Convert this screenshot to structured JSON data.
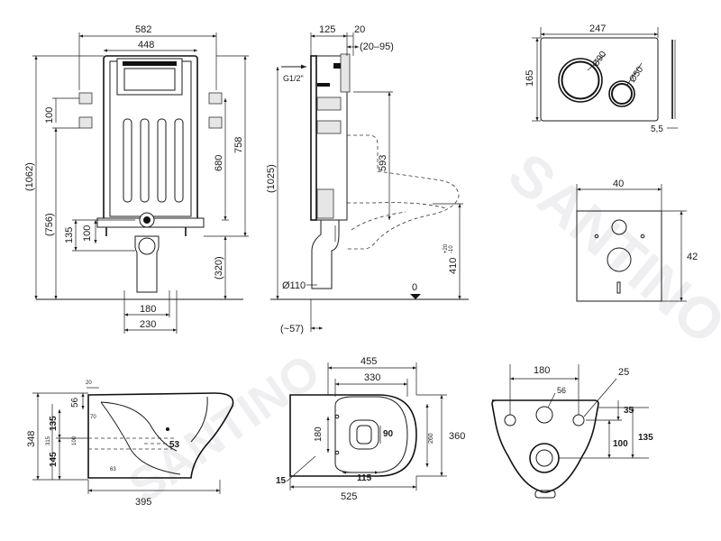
{
  "frame_front": {
    "w582": "582",
    "w448": "448",
    "h1062": "(1062)",
    "h756": "(756)",
    "d100": "100",
    "d135": "135",
    "d100b": "100",
    "h680": "680",
    "h758": "758",
    "h320": "(320)",
    "w180": "180",
    "w230": "230"
  },
  "frame_side": {
    "w125": "125",
    "w20": "20",
    "r2095": "(20–95)",
    "pipe": "G1/2\"",
    "h1025": "(1025)",
    "h593": "593",
    "h410": "410",
    "tol_plus": "+20",
    "tol_minus": "-10",
    "dia110": "Ø110",
    "zero": "0",
    "d57": "(~57)"
  },
  "plate": {
    "w247": "247",
    "h165": "165",
    "d90": "Ø90",
    "d50": "Ø50",
    "t55": "5,5"
  },
  "gasket": {
    "w40": "40",
    "h42": "42"
  },
  "bowl_side": {
    "h348": "348",
    "d56": "56",
    "d135": "135",
    "d145": "145",
    "d315": "315",
    "d20": "20",
    "d70": "70",
    "d100": "100",
    "d53": "53",
    "d63": "63",
    "w395": "395"
  },
  "bowl_top": {
    "w455": "455",
    "w330": "330",
    "d180": "180",
    "d90": "90",
    "d260": "260",
    "d360": "360",
    "d15": "15",
    "d115": "115",
    "w525": "525"
  },
  "bowl_back": {
    "w180": "180",
    "d25": "25",
    "d56": "56",
    "d35": "35",
    "d100": "100",
    "d135": "135"
  }
}
